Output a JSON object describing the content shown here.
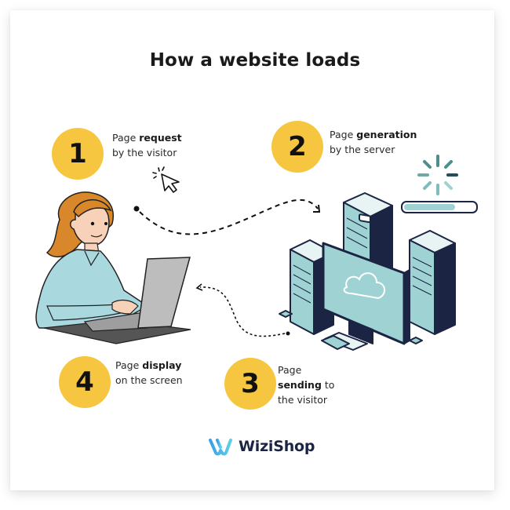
{
  "title": "How a website loads",
  "colors": {
    "step_circle": "#f7c640",
    "teal_light": "#9fd3d3",
    "teal_dark": "#4e8f8c",
    "navy": "#1b2443",
    "hair": "#d8872a",
    "shirt": "#a9d8df",
    "laptop": "#bdbdbd"
  },
  "steps": [
    {
      "number": "1",
      "prefix": "Page ",
      "bold": "request",
      "suffix": "",
      "line2": "by the visitor"
    },
    {
      "number": "2",
      "prefix": "Page ",
      "bold": "generation",
      "suffix": "",
      "line2": "by the server"
    },
    {
      "number": "3",
      "prefix": "Page",
      "bold": "sending",
      "suffix": " to",
      "line2": "the visitor"
    },
    {
      "number": "4",
      "prefix": "Page ",
      "bold": "display",
      "suffix": "",
      "line2": "on the screen"
    }
  ],
  "loading_progress": 0.72,
  "brand": {
    "name": "WiziShop"
  }
}
